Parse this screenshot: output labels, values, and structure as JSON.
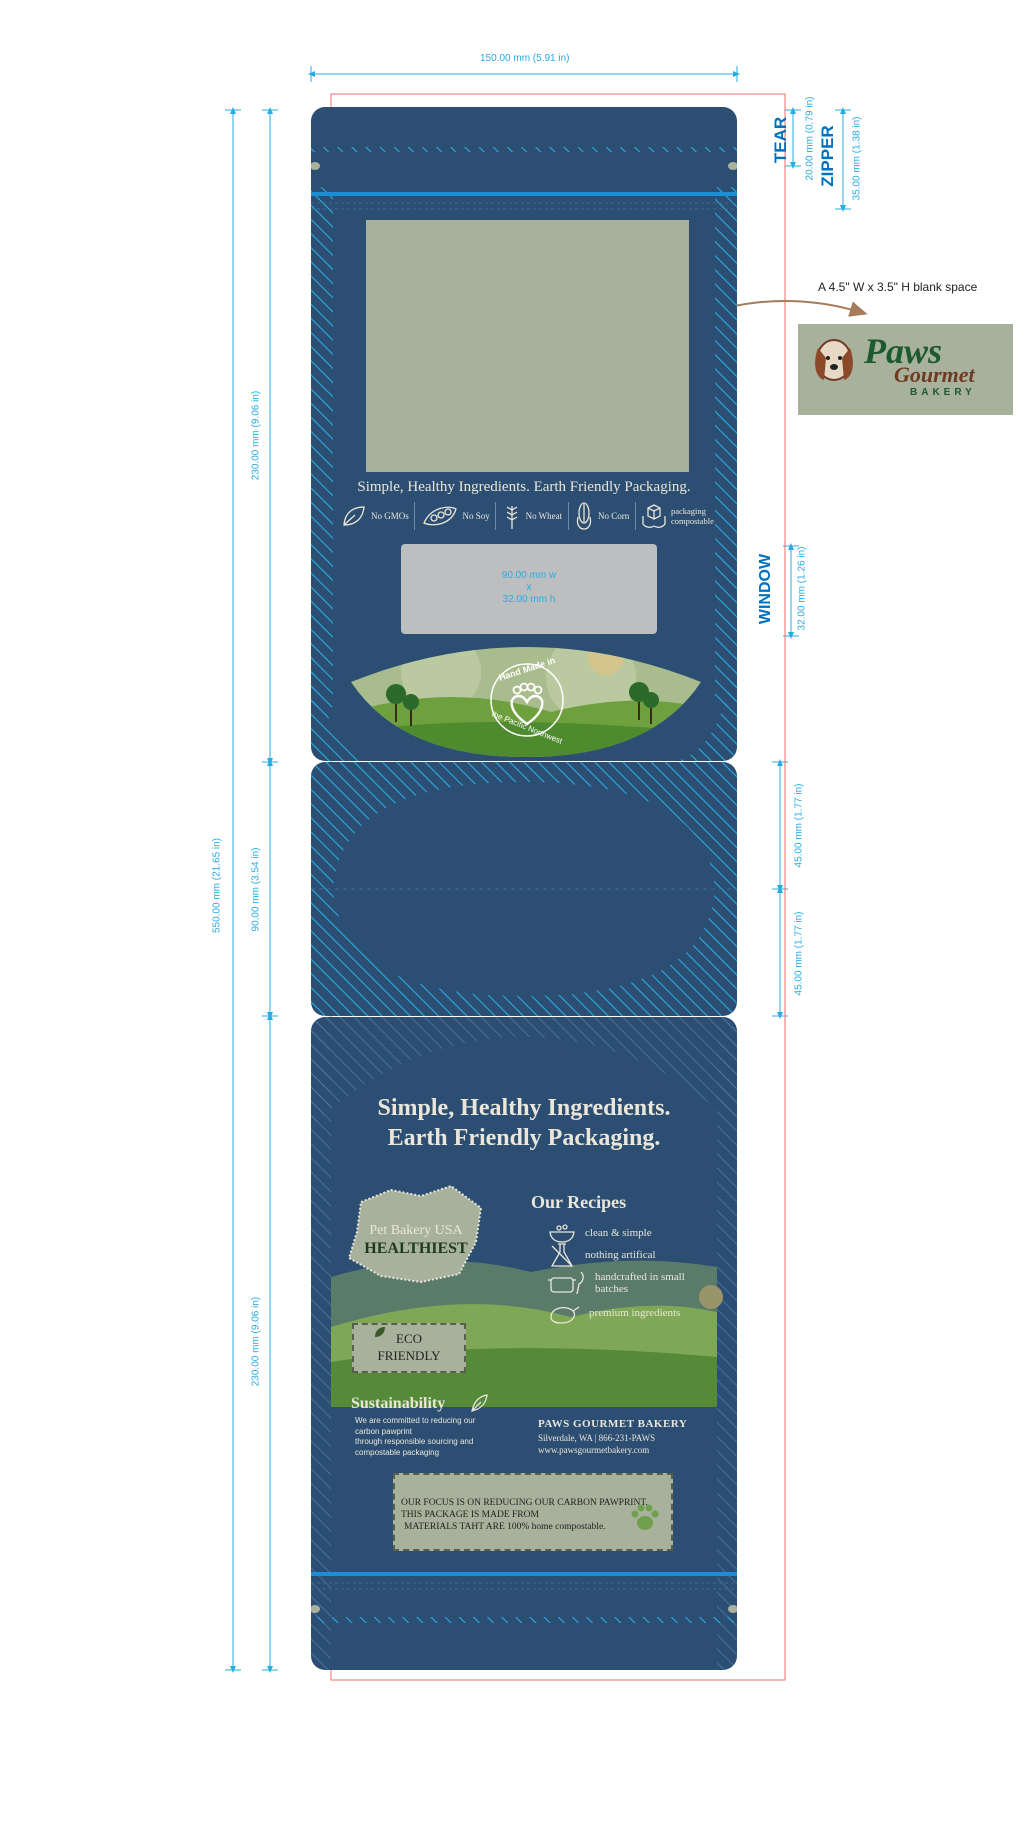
{
  "dimensions": {
    "total_width": "150.00 mm (5.91 in)",
    "total_height": "550.00 mm (21.65 in)",
    "front_height": "230.00 mm (9.06 in)",
    "gusset_height": "90.00 mm (3.54 in)",
    "back_height": "230.00 mm (9.06 in)",
    "tear": "20.00 mm (0.79 in)",
    "zipper": "35.00 mm (1.38 in)",
    "window": "32.00 mm (1.26 in)",
    "gusset_upper": "45.00 mm (1.77 in)",
    "gusset_lower": "45.00 mm (1.77 in)"
  },
  "labels": {
    "tear": "TEAR",
    "zipper": "ZIPPER",
    "window": "WINDOW"
  },
  "annotation": {
    "blank_space": "A 4.5\" W x 3.5\" H blank space"
  },
  "logo": {
    "line1": "Paws",
    "line2": "Gourmet",
    "line3": "BAKERY"
  },
  "front": {
    "tagline": "Simple, Healthy Ingredients. Earth Friendly Packaging.",
    "features": [
      {
        "icon": "leaf-icon",
        "label": "No GMOs"
      },
      {
        "icon": "soybean-icon",
        "label": "No Soy"
      },
      {
        "icon": "wheat-icon",
        "label": "No Wheat"
      },
      {
        "icon": "corn-icon",
        "label": "No Corn"
      },
      {
        "icon": "box-hands-icon",
        "label": "packaging compostable"
      }
    ],
    "window_box": {
      "w": "90.00 mm w",
      "x": "x",
      "h": "32.00 mm h"
    },
    "badge": {
      "top": "Hand Made in",
      "bottom": "the Pacific Northwest"
    }
  },
  "back": {
    "headline1": "Simple, Healthy Ingredients.",
    "headline2": "Earth Friendly Packaging.",
    "award": {
      "line1": "Pet Bakery USA",
      "line2": "HEALTHIEST"
    },
    "recipes_title": "Our Recipes",
    "recipes": [
      {
        "icon": "bowl-icon",
        "label": "clean & simple"
      },
      {
        "icon": "flask-icon",
        "label": "nothing artifical"
      },
      {
        "icon": "pot-icon",
        "label": "handcrafted in small batches"
      },
      {
        "icon": "chicken-icon",
        "label": "premium ingredients"
      }
    ],
    "eco": {
      "line1": "ECO",
      "line2": "FRIENDLY"
    },
    "sustainability_title": "Sustainability",
    "sustainability_text": [
      "We are committed to reducing our",
      "carbon pawprint",
      "through responsible sourcing and",
      "compostable packaging"
    ],
    "company": {
      "name": "PAWS GOURMET BAKERY",
      "address": "Silverdale, WA | 866-231-PAWS",
      "web": "www.pawsgourmetbakery.com"
    },
    "focus": [
      "OUR FOCUS IS ON REDUCING OUR CARBON PAWPRINT.",
      "THIS PACKAGE IS MADE FROM",
      "MATERIALS TAHT ARE 100% home compostable."
    ]
  }
}
